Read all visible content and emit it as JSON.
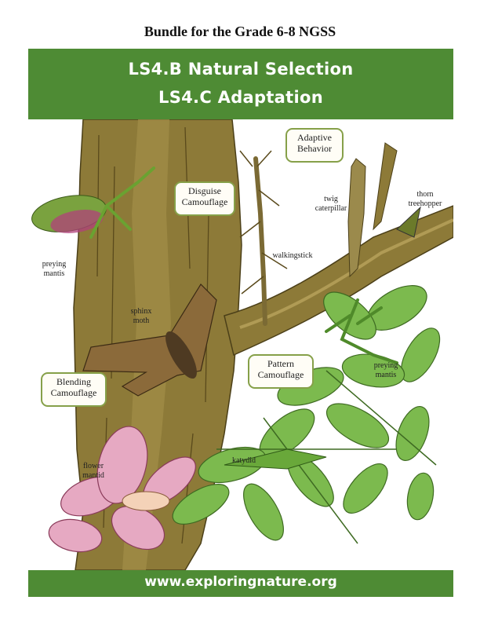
{
  "header": {
    "subtitle": "Bundle for the Grade 6-8 NGSS"
  },
  "banner": {
    "line1": "LS4.B Natural Selection",
    "line2": "LS4.C Adaptation"
  },
  "footer": {
    "url": "www.exploringnature.org"
  },
  "boxes": {
    "adaptive": [
      "Adaptive",
      "Behavior"
    ],
    "disguise": [
      "Disguise",
      "Camouflage"
    ],
    "pattern": [
      "Pattern",
      "Camouflage"
    ],
    "blending": [
      "Blending",
      "Camouflage"
    ]
  },
  "labels": {
    "twig": [
      "twig",
      "caterpillar"
    ],
    "thorn": [
      "thorn",
      "treehopper"
    ],
    "mantis_left": [
      "preying",
      "mantis"
    ],
    "walkingstick": "walkingstick",
    "sphinx": [
      "sphinx",
      "moth"
    ],
    "mantis_right": [
      "preying",
      "mantis"
    ],
    "katydid": "katydid",
    "flower_mantid": [
      "flower",
      "mantid"
    ]
  },
  "colors": {
    "banner_green": "#4e8b34",
    "box_border": "#86a049",
    "bark": "#8a7634",
    "leaf": "#7cba4e"
  }
}
